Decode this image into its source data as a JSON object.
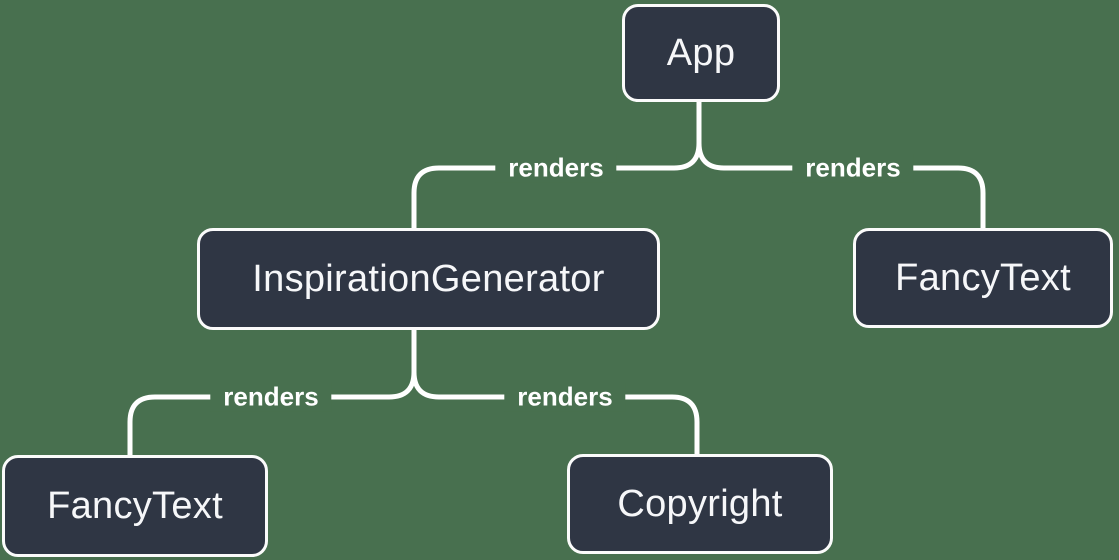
{
  "diagram": {
    "background_color": "#48704F",
    "node_fill_color": "#2F3644",
    "node_border_color": "#FBFBFB",
    "node_text_color": "#F6F7F9",
    "edge_color": "#FFFFFF",
    "nodes": [
      {
        "id": "app",
        "label": "App"
      },
      {
        "id": "inspiration-generator",
        "label": "InspirationGenerator"
      },
      {
        "id": "fancy-text-right",
        "label": "FancyText"
      },
      {
        "id": "fancy-text-left",
        "label": "FancyText"
      },
      {
        "id": "copyright",
        "label": "Copyright"
      }
    ],
    "edges": [
      {
        "from": "App",
        "to": "InspirationGenerator",
        "label": "renders"
      },
      {
        "from": "App",
        "to": "FancyText",
        "label": "renders"
      },
      {
        "from": "InspirationGenerator",
        "to": "FancyText",
        "label": "renders"
      },
      {
        "from": "InspirationGenerator",
        "to": "Copyright",
        "label": "renders"
      }
    ]
  }
}
